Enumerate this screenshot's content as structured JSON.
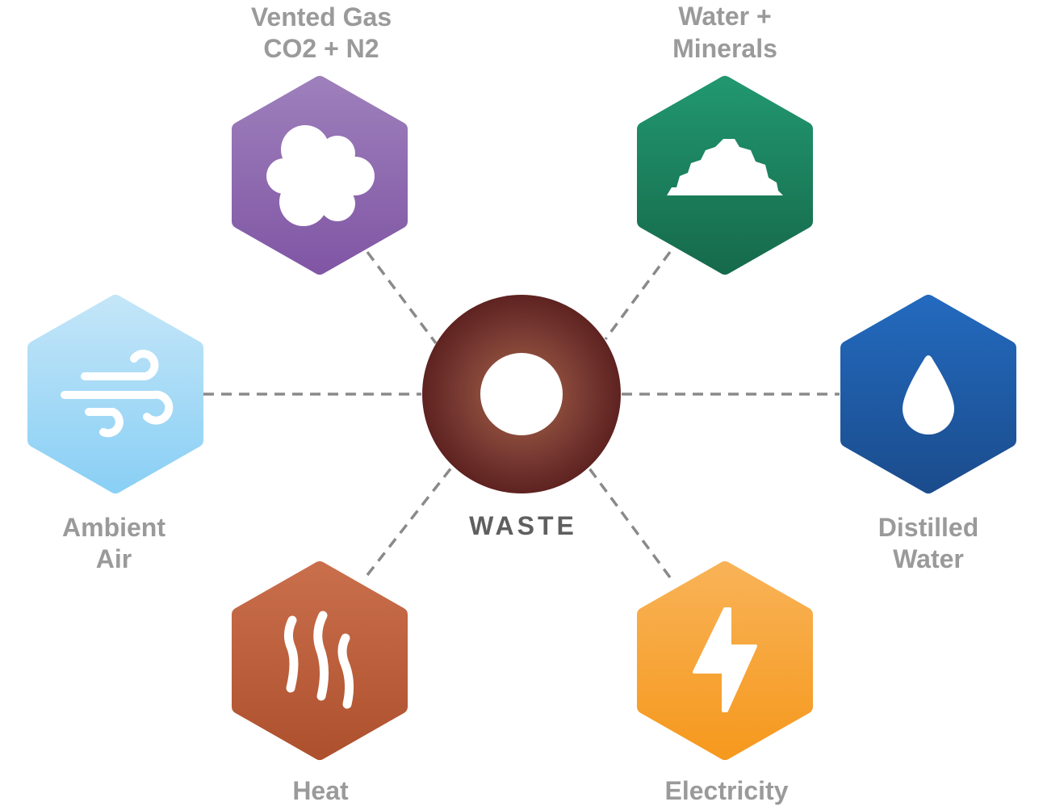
{
  "center": {
    "label": "WASTE",
    "color": "#6a2a25"
  },
  "nodes": [
    {
      "id": "vented-gas",
      "lines": [
        "Vented Gas",
        "CO2 + N2"
      ],
      "icon": "cloud-icon",
      "colors": [
        "#9d7fbb",
        "#8157a5"
      ]
    },
    {
      "id": "water-minerals",
      "lines": [
        "Water +",
        "Minerals"
      ],
      "icon": "mineral-pile-icon",
      "colors": [
        "#21966f",
        "#166b4c"
      ]
    },
    {
      "id": "ambient-air",
      "lines": [
        "Ambient",
        "Air"
      ],
      "icon": "wind-icon",
      "colors": [
        "#c2e5f8",
        "#8bd0f5"
      ]
    },
    {
      "id": "distilled-water",
      "lines": [
        "Distilled",
        "Water"
      ],
      "icon": "water-drop-icon",
      "colors": [
        "#2369bd",
        "#1b4d8e"
      ]
    },
    {
      "id": "heat",
      "lines": [
        "Heat"
      ],
      "icon": "heat-waves-icon",
      "colors": [
        "#c96e4b",
        "#ae512e"
      ]
    },
    {
      "id": "electricity",
      "lines": [
        "Electricity"
      ],
      "icon": "lightning-icon",
      "colors": [
        "#f8b255",
        "#f6991f"
      ]
    }
  ]
}
